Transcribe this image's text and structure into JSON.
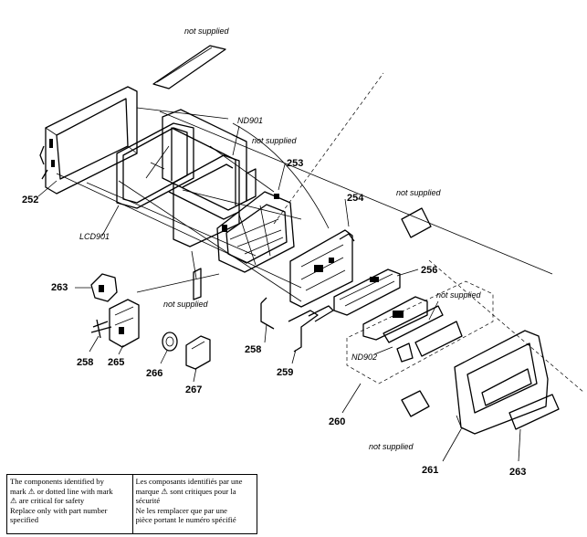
{
  "labels": {
    "p252": "252",
    "lcd901": "LCD901",
    "nd901": "ND901",
    "p253": "253",
    "p254": "254",
    "p256": "256",
    "p263a": "263",
    "p258a": "258",
    "p265": "265",
    "p266": "266",
    "p267": "267",
    "p258b": "258",
    "p259": "259",
    "nd902": "ND902",
    "p260": "260",
    "p261": "261",
    "p263b": "263"
  },
  "not_supplied": {
    "top": "not supplied",
    "mid": "not supplied",
    "right": "not supplied",
    "bottom_left": "not supplied",
    "right_box": "not supplied",
    "bottom": "not supplied"
  },
  "notice": {
    "english": [
      "The components identified by",
      "mark ⚠ or dotted line with mark",
      "⚠ are critical for safety",
      "Replace only with part number",
      "specified"
    ],
    "french": [
      "Les composants identifiés par une",
      "marque ⚠ sont critiques pour la",
      "sécurité",
      "Ne les remplacer que par une",
      "pièce portant le numéro spécifié"
    ]
  }
}
